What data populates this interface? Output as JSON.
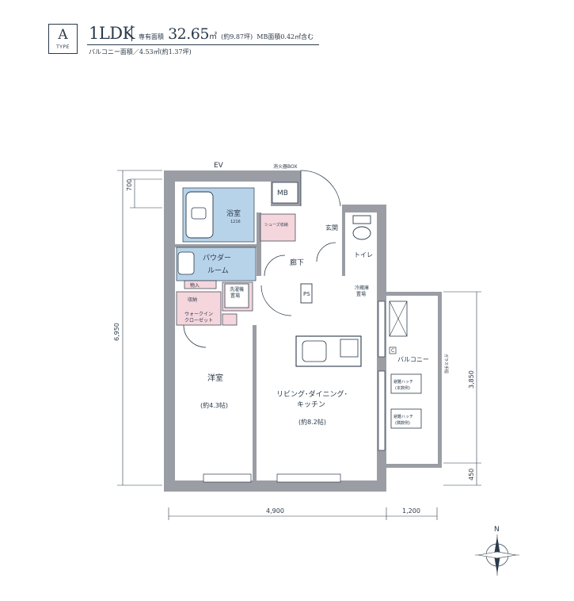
{
  "header": {
    "type_letter": "A",
    "type_word": "TYPE",
    "plan_type": "1LDK",
    "area_label": "専有面積",
    "area_value": "32.65",
    "area_unit": "㎡",
    "area_tsubo": "(約9.87坪)",
    "mb_area": "MB面積0.42㎡含む",
    "balcony_area": "バルコニー面積／4.53㎡(約1.37坪)"
  },
  "rooms": {
    "bath": "浴室",
    "bath_size": "1216",
    "powder": "パウダー",
    "powder2": "ルーム",
    "washer": "洗濯機",
    "washer2": "置場",
    "entrance": "玄関",
    "hall": "廊下",
    "toilet": "トイレ",
    "western": "洋室",
    "western_size": "(約4.3帖)",
    "ldk": "リビング･ダイニング･",
    "ldk2": "キッチン",
    "ldk_size": "(約8.2帖)",
    "balcony": "バルコニー",
    "ev": "EV",
    "mb": "MB",
    "fire_box": "消火器BOX",
    "shoe_storage": "シューズ収納",
    "linen": "物入",
    "storage": "収納",
    "wic": "ウォークイン",
    "wic2": "クローゼット",
    "fridge": "冷蔵庫",
    "fridge2": "置場",
    "ps": "PS",
    "glass_rail": "ガラス手摺",
    "hatch1": "避難ハッチ",
    "hatch1b": "(本数例)",
    "hatch2": "避難ハッチ",
    "hatch2b": "(隣数例)",
    "outdoor_unit": "C",
    "north": "N"
  },
  "dimensions": {
    "top_left": "700",
    "left_total": "6,950",
    "right_top": "3,850",
    "right_bottom": "450",
    "bottom_left": "4,900",
    "bottom_right": "1,200"
  },
  "colors": {
    "wall": "#9a9ea4",
    "bath_fill": "#b7d3ea",
    "storage_fill": "#f4d6dc",
    "line": "#2b3a4a",
    "accent_blue": "#3b6fb6"
  }
}
